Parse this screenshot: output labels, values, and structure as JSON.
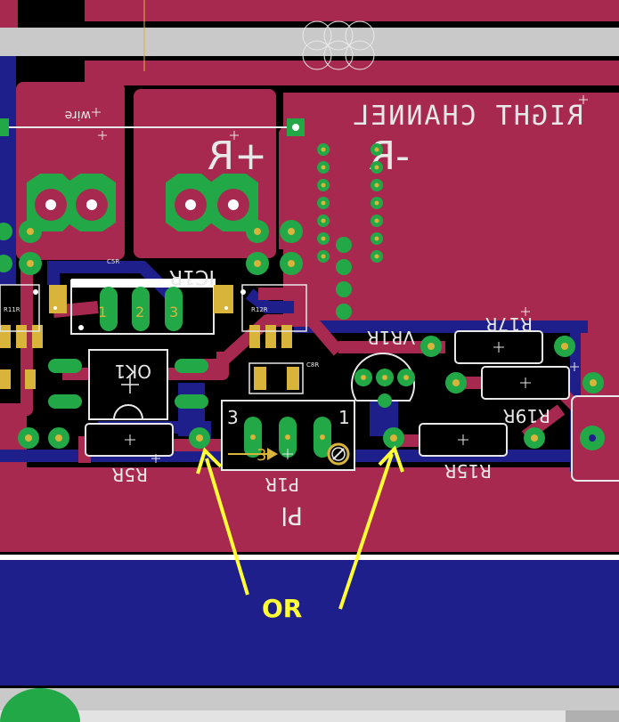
{
  "colors": {
    "background": "#000000",
    "top_copper": "#a8294f",
    "bottom_copper": "#1f1f8c",
    "silkscreen": "#e8e8e8",
    "pad": "#22a846",
    "smd_pad": "#d9b43a",
    "annotation": "#ffff33",
    "stripe_grey": "#c9c9c9"
  },
  "labels": {
    "right_channel": "RIGHT CHANNEL",
    "wire": "wire",
    "plus_r": "+R",
    "minus_r": "-R",
    "ic1r": "IC1R",
    "ic1r_pin1": "1",
    "ic1r_pin2": "2",
    "ic1r_pin3": "3",
    "ok1": "OK1",
    "vr1r": "VR1R",
    "r17r": "R17R",
    "r19r": "R19R",
    "r15r": "R15R",
    "r5r": "R5R",
    "p1r": "P1R",
    "p1_pin3": "3",
    "p1_pin1": "1",
    "p1_arrow": "3",
    "pl": "Pl",
    "c5r": "C5R",
    "c8r": "C8R",
    "r1r": "R11R",
    "r12r": "R12R",
    "c8r_small": "C8R",
    "r11": "R11"
  },
  "annotation": {
    "text": "OR"
  },
  "icons": [
    "pcb-via",
    "pcb-pad",
    "trimmer-screw-icon",
    "arrow-icon"
  ]
}
